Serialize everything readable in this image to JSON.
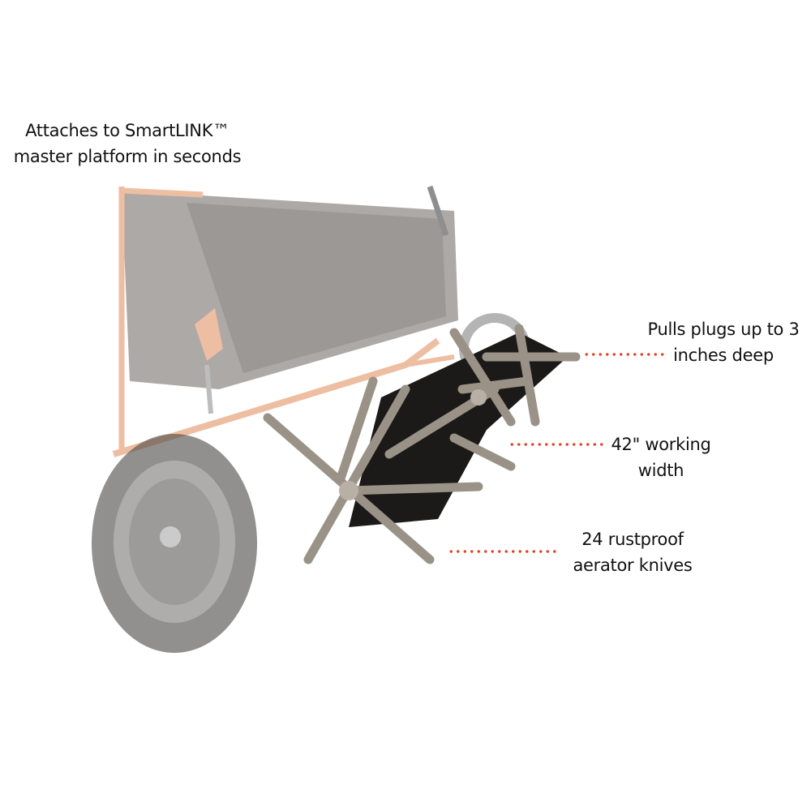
{
  "callouts": {
    "attach": {
      "line1": "Attaches to SmartLINK™",
      "line2": "master platform in seconds"
    },
    "depth": {
      "line1": "Pulls plugs up to 3",
      "line2": "inches deep"
    },
    "width": {
      "line1": "42\" working",
      "line2": "width"
    },
    "knives": {
      "line1": "24 rustproof",
      "line2": "aerator knives"
    }
  },
  "colors": {
    "leader_dots": "#e0452a",
    "frame": "#e89a6a",
    "tines": "#1c1a18"
  }
}
